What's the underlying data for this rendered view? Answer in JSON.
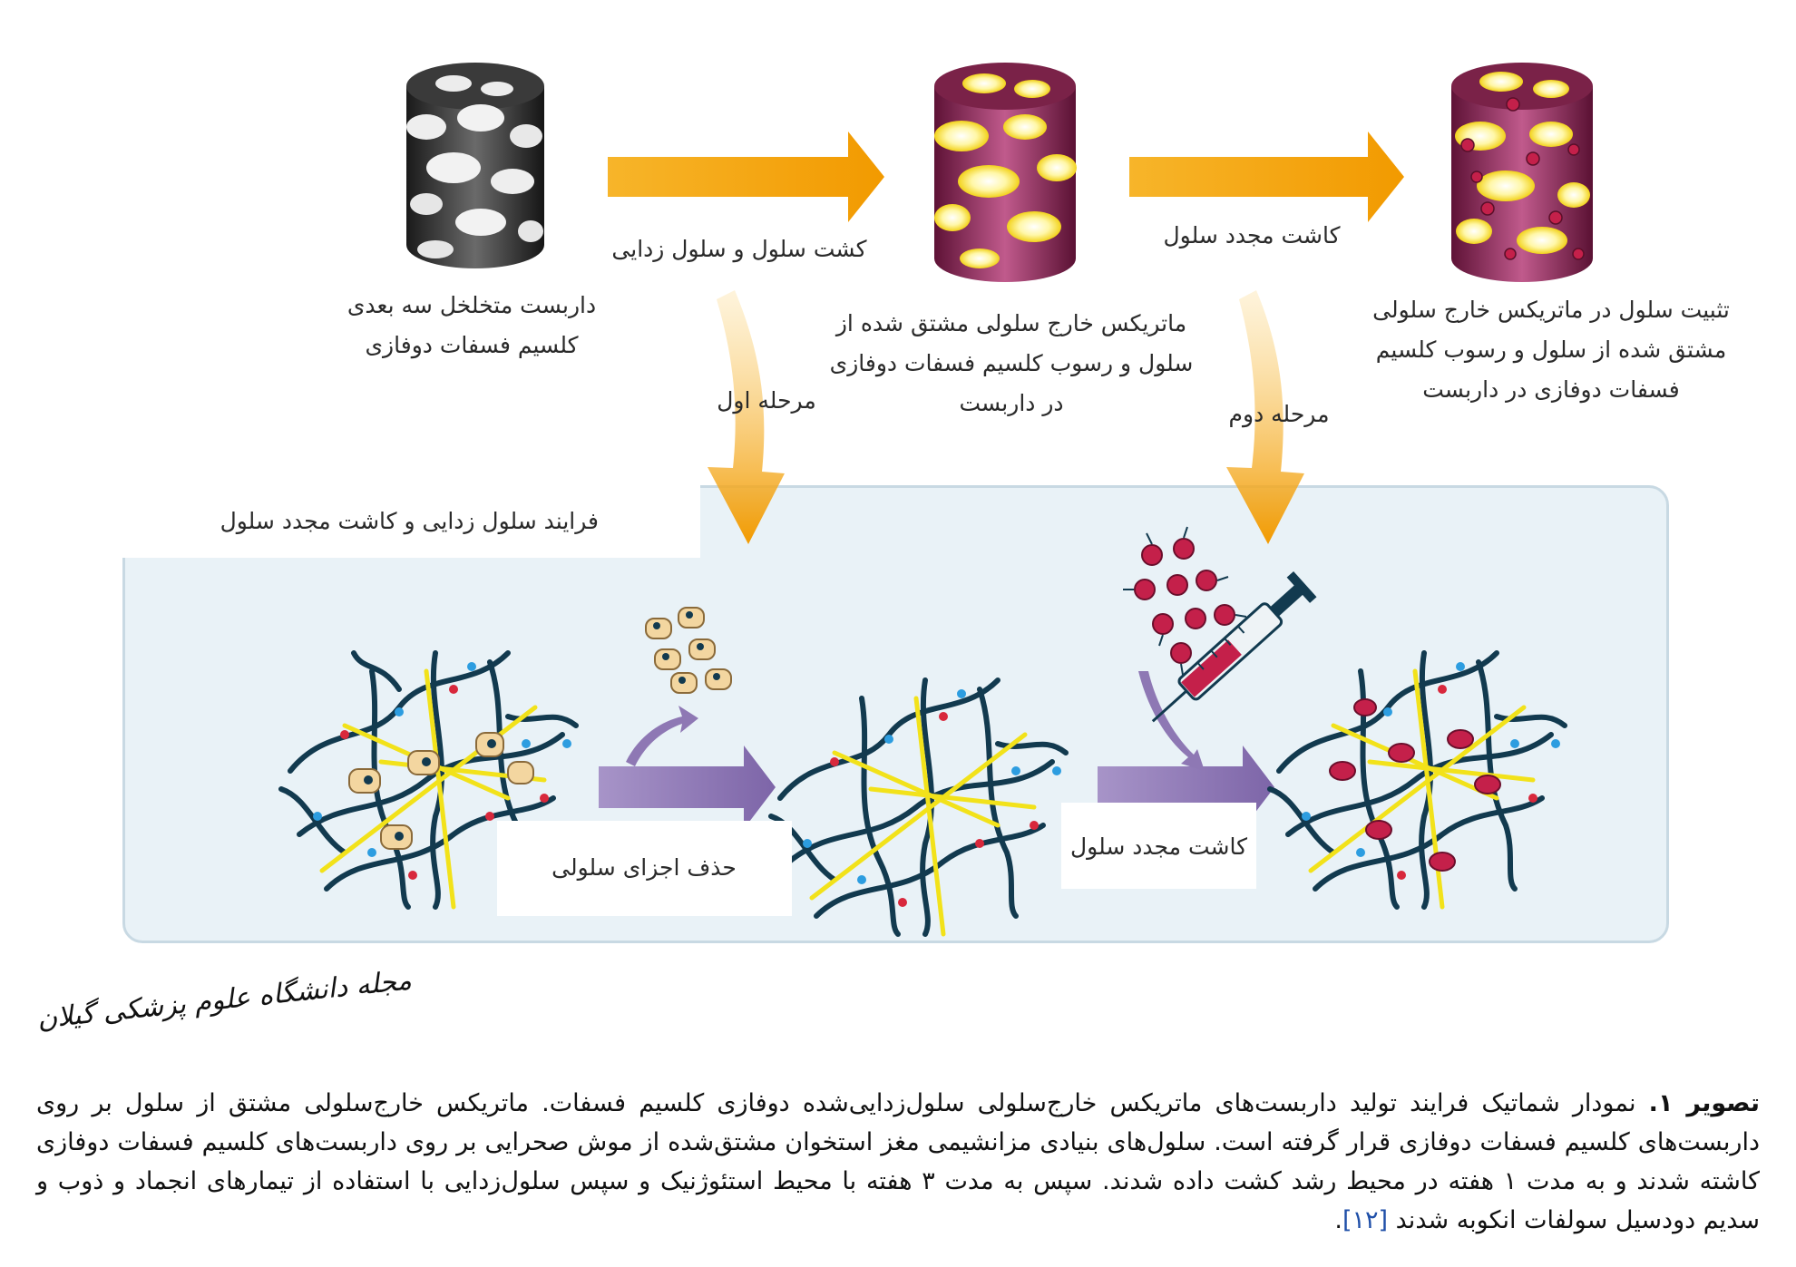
{
  "top_row": {
    "scaffold_label_line1": "داربست متخلخل سه بعدی",
    "scaffold_label_line2": "کلسیم فسفات دوفازی",
    "step1_arrow_label": "کشت سلول و سلول زدایی",
    "matrix_label_line1": "ماتریکس خارج سلولی مشتق شده از",
    "matrix_label_line2": "سلول و رسوب کلسیم فسفات دوفازی",
    "matrix_label_line3": "در داربست",
    "step2_arrow_label": "کاشت مجدد سلول",
    "final_label_line1": "تثبیت سلول در ماتریکس خارج سلولی",
    "final_label_line2": "مشتق شده از سلول و رسوب کلسیم",
    "final_label_line3": "فسفات دوفازی در داربست",
    "stage1_label": "مرحله اول",
    "stage2_label": "مرحله دوم"
  },
  "process_panel": {
    "title": "فرایند سلول زدایی و کاشت مجدد سلول",
    "remove_label": "حذف اجزای سلولی",
    "reseed_label": "کاشت مجدد سلول"
  },
  "journal_logo": "مجله دانشگاه علوم پزشکی گیلان",
  "caption": {
    "lead": "تصویر ۱.",
    "text": " نمودار شماتیک فرایند تولید داربست‌های ماتریکس خارج‌سلولی سلول‌زدایی‌شده دوفازی کلسیم فسفات. ماتریکس خارج‌سلولی مشتق از سلول بر روی داربست‌های کلسیم فسفات دوفازی قرار گرفته است. سلول‌های بنیادی مزانشیمی مغز استخوان مشتق‌شده از موش صحرایی بر روی داربست‌های کلسیم فسفات دوفازی کاشته شدند و به مدت ۱ هفته در محیط رشد کشت داده شدند. سپس به مدت ۳ هفته با محیط استئوژنیک و سپس سلول‌زدایی با استفاده از تیمارهای انجماد و ذوب و سدیم دودسیل سولفات انکوبه شدند ",
    "ref": "[۱۲]",
    "end": "."
  },
  "colors": {
    "arrow_orange": "#f5a300",
    "arrow_purple": "#8e78b4",
    "panel_bg": "#e9f2f7",
    "fiber_dark": "#123a4f",
    "fiber_yellow": "#f2e21a",
    "cylinder_magenta": "#9a2f63",
    "pore_yellow": "#fff27a",
    "cell_red": "#c4204a"
  }
}
